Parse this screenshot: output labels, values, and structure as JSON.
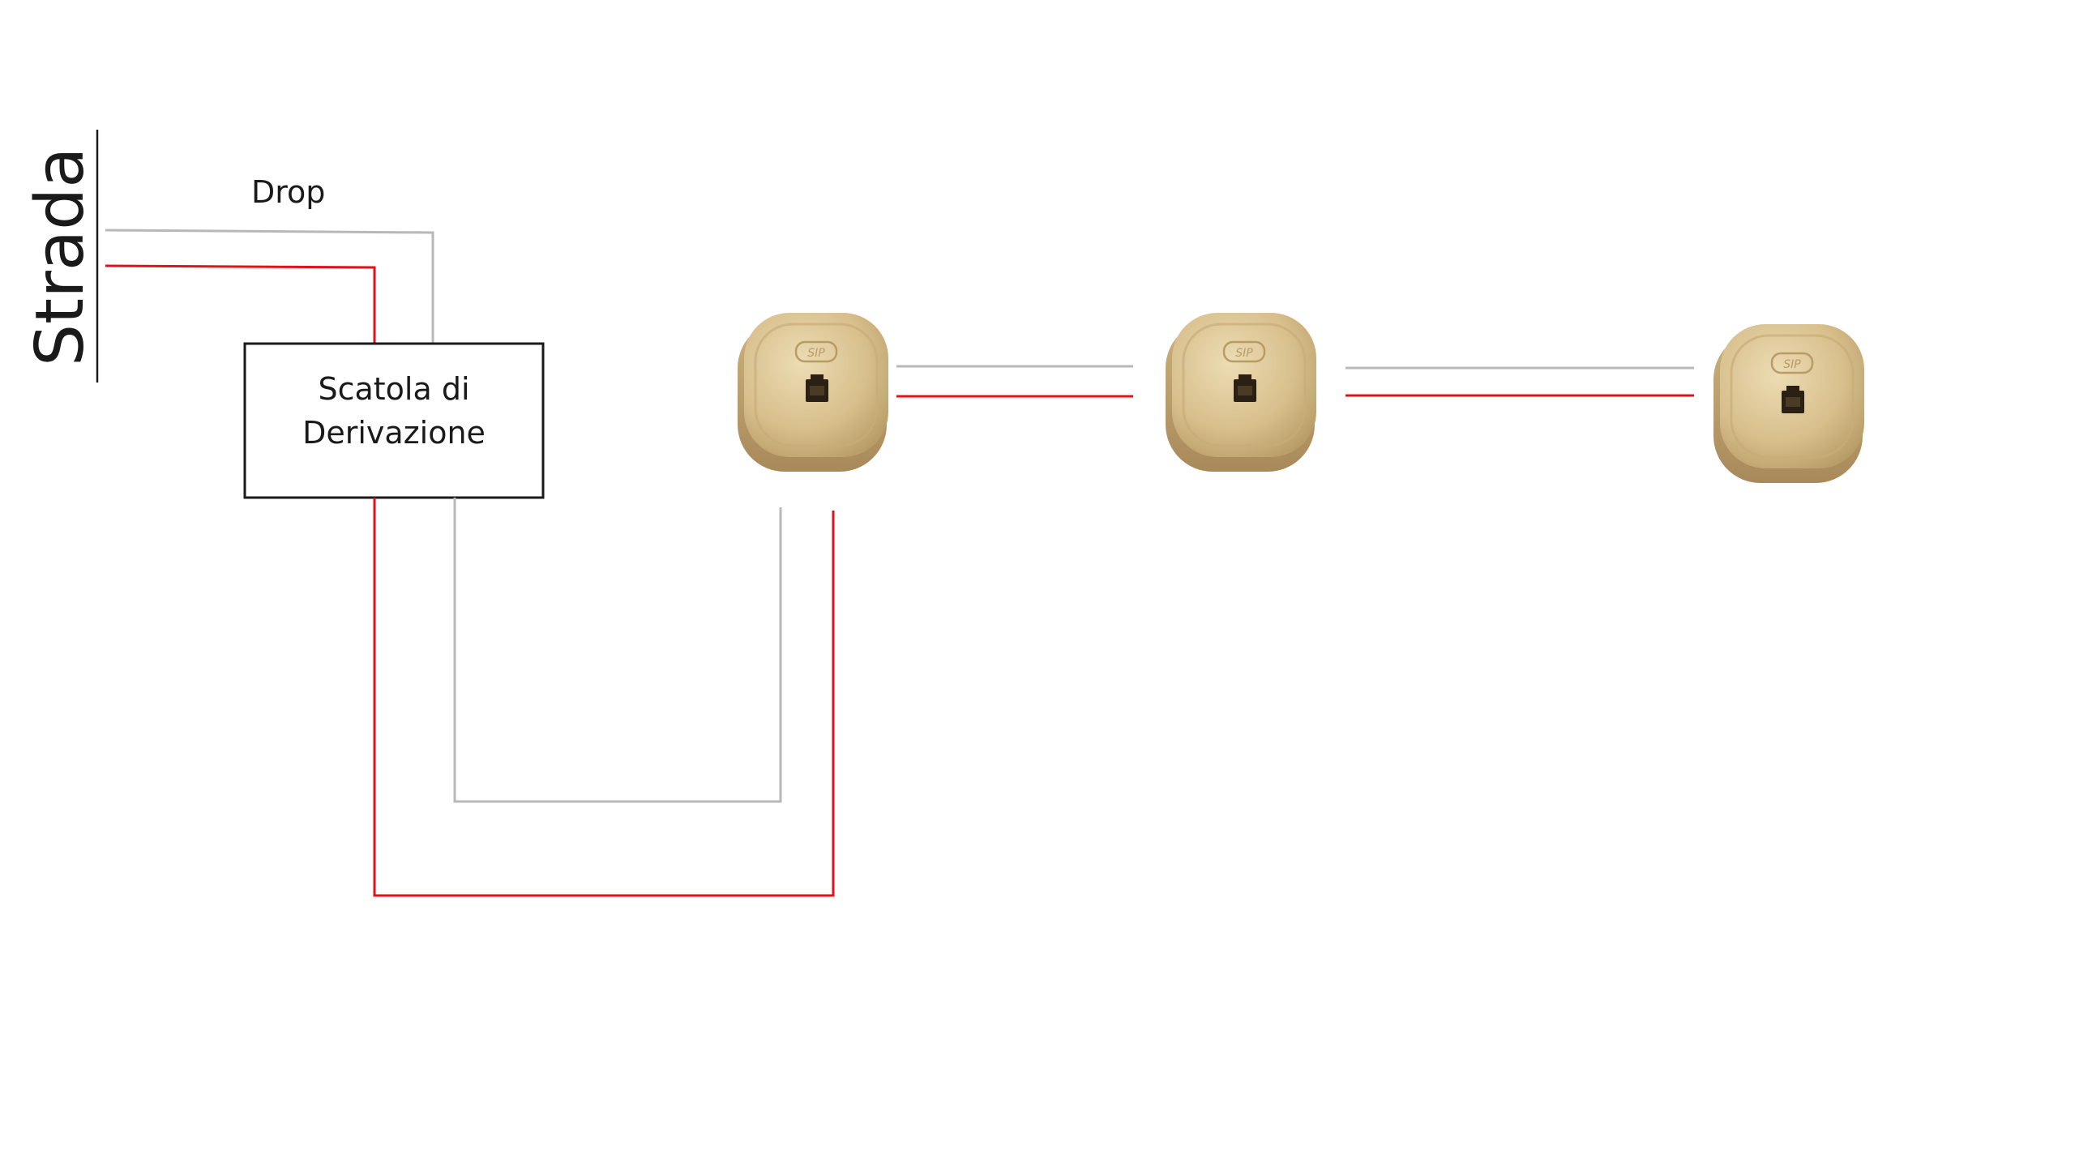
{
  "labels": {
    "street": "Strada",
    "drop": "Drop",
    "junction_box_line1": "Scatola di",
    "junction_box_line2": "Derivazione"
  },
  "colors": {
    "background": "#ffffff",
    "wire_gray": "#b8b8b8",
    "wire_red": "#e0121b",
    "outline": "#1a1a1a",
    "socket_body": "#d9c08f",
    "socket_face": "#e2cd9f",
    "socket_port": "#2a2014"
  },
  "sockets": [
    {
      "name": "telephone-socket-1",
      "icon": "rj11-wall-socket-icon"
    },
    {
      "name": "telephone-socket-2",
      "icon": "rj11-wall-socket-icon"
    },
    {
      "name": "telephone-socket-3",
      "icon": "rj11-wall-socket-icon"
    }
  ]
}
